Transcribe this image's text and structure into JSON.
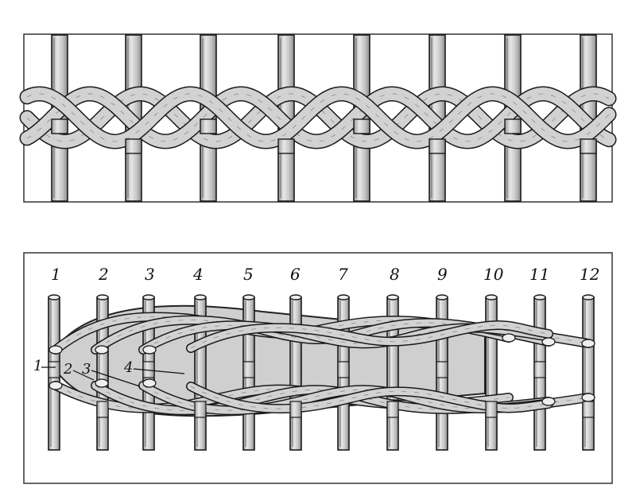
{
  "stake_labels": [
    "1",
    "2",
    "3",
    "4",
    "5",
    "6",
    "7",
    "8",
    "9",
    "10",
    "11",
    "12"
  ],
  "strand_labels": [
    "1",
    "2",
    "3",
    "4"
  ],
  "colors": {
    "ink": "#1a1a1a",
    "stake_fill": "#d6d6d6",
    "strand_fill": "#c9c9c9",
    "frame": "#333333"
  }
}
